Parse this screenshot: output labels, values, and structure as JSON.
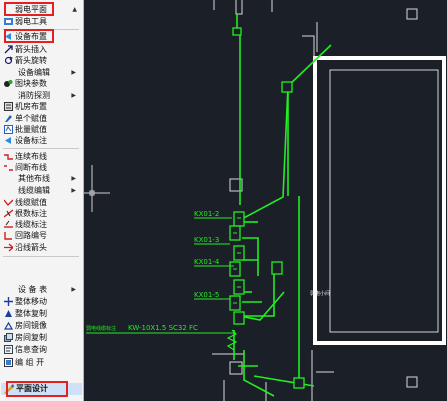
{
  "menu": {
    "header": "弱电平面",
    "items": {
      "tools": "弱电工具",
      "layout": "设备布置",
      "arrow_insert": "箭头插入",
      "arrow_rotate": "箭头旋转",
      "device_edit": "设备编辑",
      "block_params": "图块参数",
      "fire_probe": "消防探测",
      "server_room": "机房布置",
      "single_assign": "单个赋值",
      "batch_assign": "批量赋值",
      "device_label": "设备标注",
      "continuous_wire": "连续布线",
      "broken_wire": "间断布线",
      "other_wire": "其他布线",
      "wire_edit": "线缆编辑",
      "wire_assign": "线缆赋值",
      "root_label": "根数标注",
      "wire_label": "线缆标注",
      "loop_number": "回路编号",
      "wire_arrow": "沿线箭头",
      "device_table": "设 备 表",
      "move_all": "整体移动",
      "copy_all": "整体复制",
      "room_mirror": "房间镜像",
      "room_copy": "房间复制",
      "info_query": "信息查询",
      "group": "编 组 开",
      "plan_design": "平面设计"
    }
  },
  "cad": {
    "labels": [
      "KX01-2",
      "KX01-3",
      "KX01-4",
      "KX01-5"
    ],
    "cable_text": "KW-10X1.5 SC32 FC",
    "cable_prefix": "弱电线缆标注",
    "room_text": "弱电小间"
  },
  "colors": {
    "cad_bg": "#1b1f27",
    "wire": "#22ee22",
    "wall": "#ffffff",
    "highlight": "#e52020"
  }
}
